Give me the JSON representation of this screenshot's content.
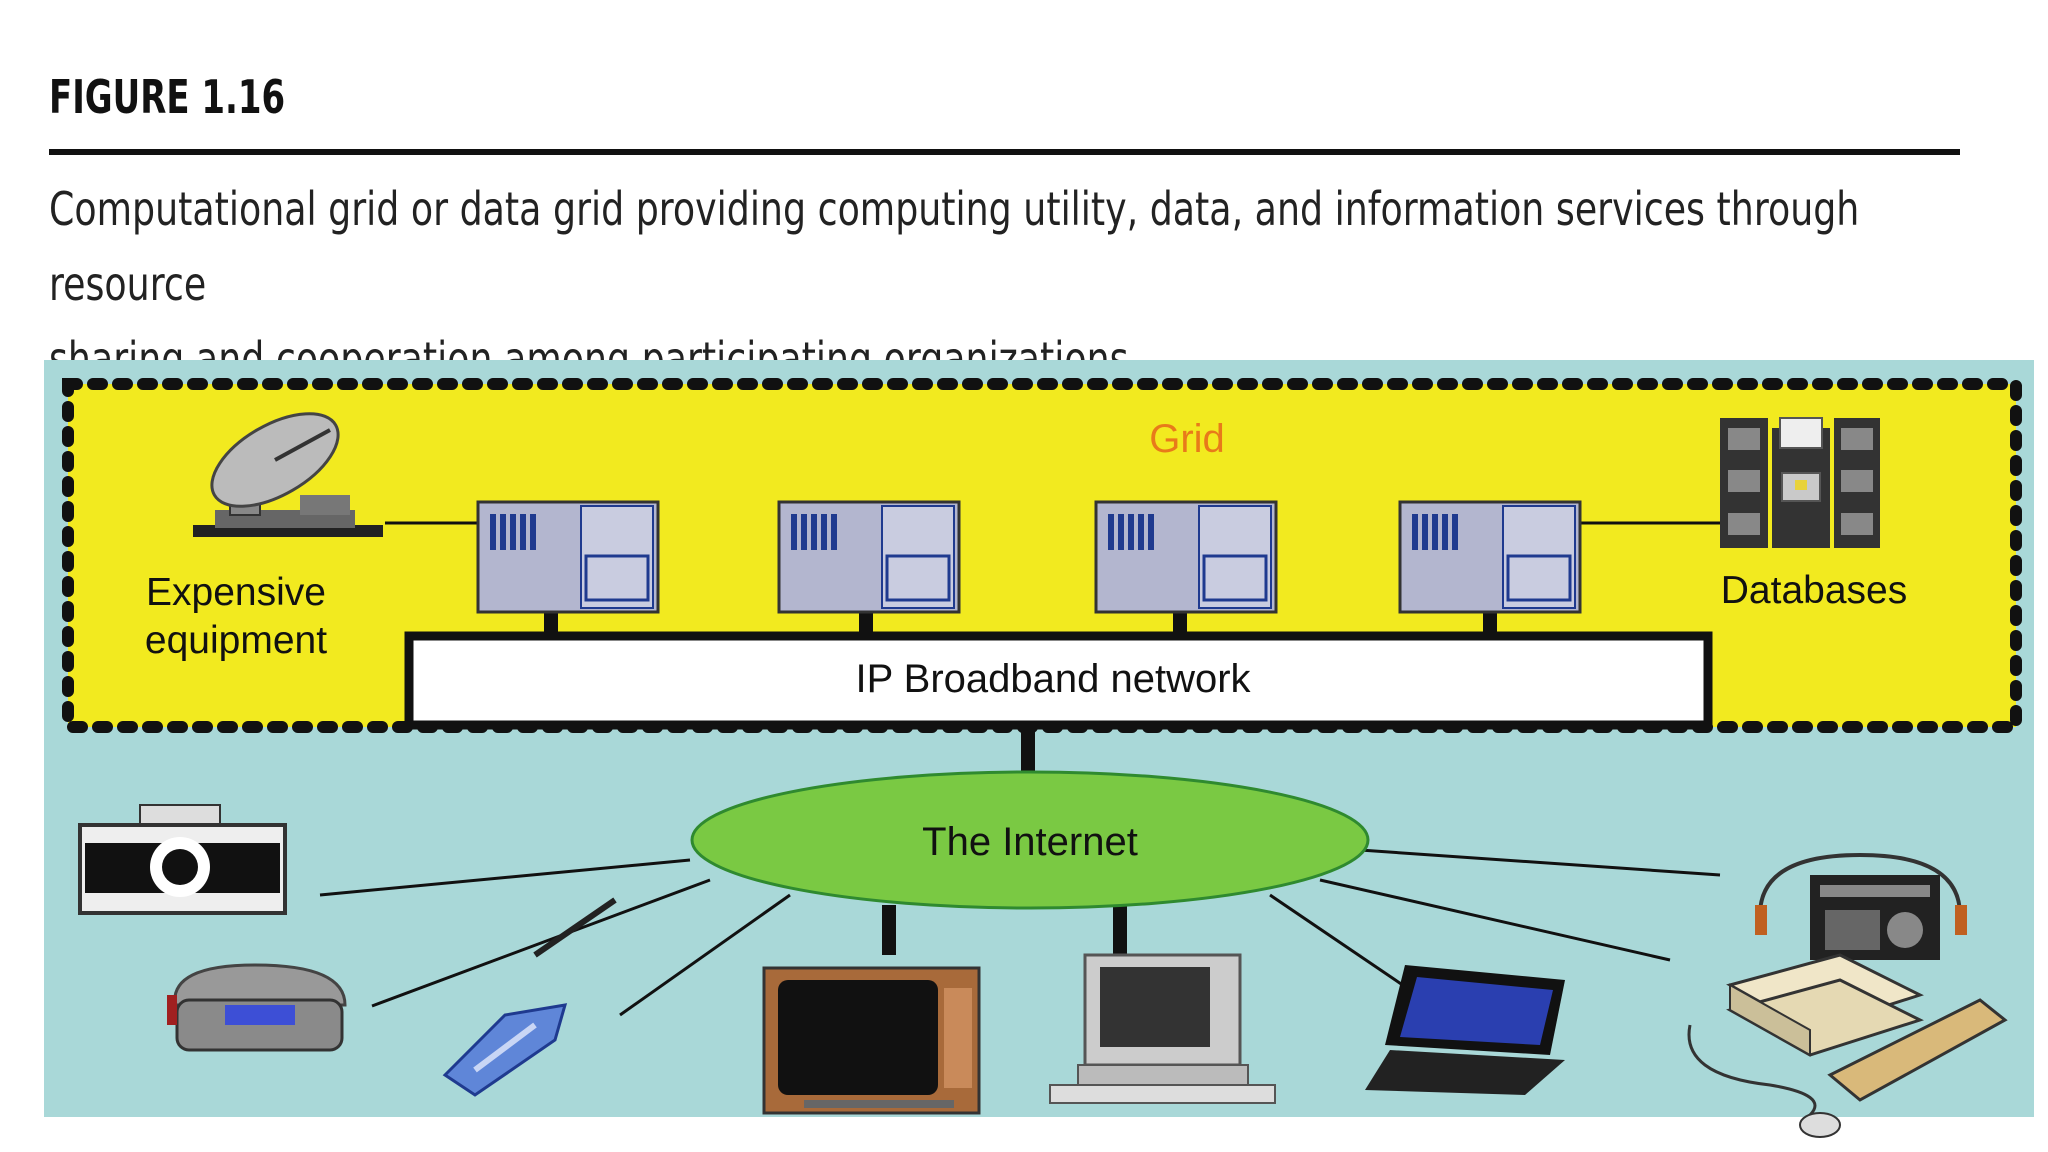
{
  "figure": {
    "label": "FIGURE 1.16",
    "caption_line1": "Computational grid or data grid providing computing utility, data, and information services through resource",
    "caption_line2": "sharing and cooperation among participating organizations."
  },
  "diagram": {
    "grid_label": "Grid",
    "equipment_label_line1": "Expensive",
    "equipment_label_line2": "equipment",
    "databases_label": "Databases",
    "network_label": "IP Broadband network",
    "internet_label": "The Internet",
    "colors": {
      "outer_background": "#a9d8d8",
      "grid_background": "#f2ea1f",
      "grid_label": "#e87a1a",
      "internet": "#7ac943",
      "server": "#b3b6cf"
    },
    "grid_nodes": [
      "server",
      "server",
      "server",
      "server"
    ],
    "client_devices": [
      "camera",
      "telephone",
      "mobile-phone",
      "television",
      "desktop-computer",
      "laptop",
      "radio",
      "workstation"
    ]
  }
}
